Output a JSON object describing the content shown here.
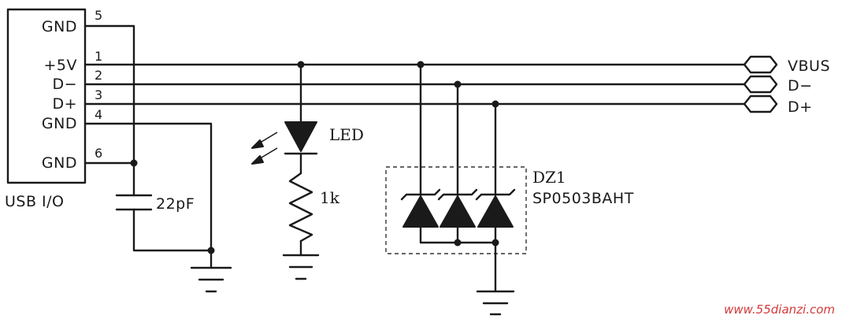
{
  "connector": {
    "label": "USB I/O",
    "pins": [
      {
        "name": "GND",
        "number": "5"
      },
      {
        "name": "+5V",
        "number": "1"
      },
      {
        "name": "D−",
        "number": "2"
      },
      {
        "name": "D+",
        "number": "3"
      },
      {
        "name": "GND",
        "number": "4"
      },
      {
        "name": "GND",
        "number": "6"
      }
    ]
  },
  "capacitor": {
    "value": "22pF"
  },
  "led": {
    "label": "LED"
  },
  "resistor": {
    "value": "1k"
  },
  "tvs": {
    "ref": "DZ1",
    "part": "SP0503BAHT"
  },
  "nets": {
    "vbus": "VBUS",
    "dminus": "D−",
    "dplus": "D+"
  },
  "watermark": "www.55dianzi.com"
}
